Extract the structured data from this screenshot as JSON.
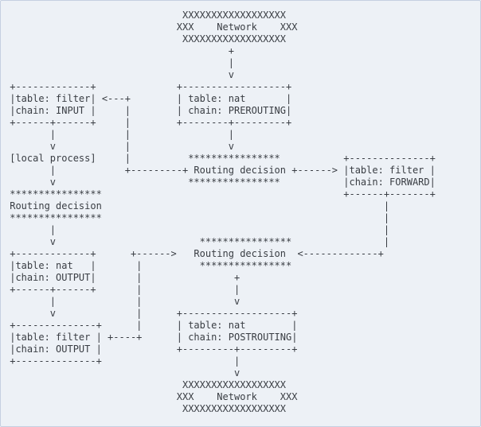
{
  "page": {
    "background_color": "#edf1f6",
    "border_color": "#c5d0e1",
    "text_color": "#393d43"
  },
  "diagram": {
    "labels": {
      "network_top": "Network",
      "network_bottom": "Network",
      "routing_decision": "Routing decision",
      "local_process": "[local process]"
    },
    "chains": [
      {
        "table": "filter",
        "chain": "INPUT"
      },
      {
        "table": "nat",
        "chain": "PREROUTING"
      },
      {
        "table": "filter",
        "chain": "FORWARD"
      },
      {
        "table": "nat",
        "chain": "OUTPUT"
      },
      {
        "table": "filter",
        "chain": "OUTPUT"
      },
      {
        "table": "nat",
        "chain": "POSTROUTING"
      }
    ],
    "lines": [
      "                               XXXXXXXXXXXXXXXXXX",
      "                              XXX    Network    XXX",
      "                               XXXXXXXXXXXXXXXXXX",
      "                                       +",
      "                                       |",
      "                                       v",
      " +-------------+              +------------------+",
      " |table: filter| <---+        | table: nat       |",
      " |chain: INPUT |     |        | chain: PREROUTING|",
      " +------+------+     |        +--------+---------+",
      "        |            |                 |",
      "        v            |                 v",
      " [local process]     |          ****************           +--------------+",
      "        |            +---------+ Routing decision +------> |table: filter |",
      "        v                       ****************           |chain: FORWARD|",
      " ****************                                          +------+-------+",
      " Routing decision                                                 |",
      " ****************                                                 |",
      "        |                                                         |",
      "        v                         ****************                |",
      " +-------------+      +------>   Routing decision  <-------------+",
      " |table: nat   |       |          ****************",
      " |chain: OUTPUT|       |                +",
      " +------+------+       |                |",
      "        |              |                v",
      "        v              |      +-------------------+",
      " +--------------+      |      | table: nat        |",
      " |table: filter | +----+      | chain: POSTROUTING|",
      " |chain: OUTPUT |             +---------+---------+",
      " +--------------+                       |",
      "                                        v",
      "                               XXXXXXXXXXXXXXXXXX",
      "                              XXX    Network    XXX",
      "                               XXXXXXXXXXXXXXXXXX"
    ]
  }
}
